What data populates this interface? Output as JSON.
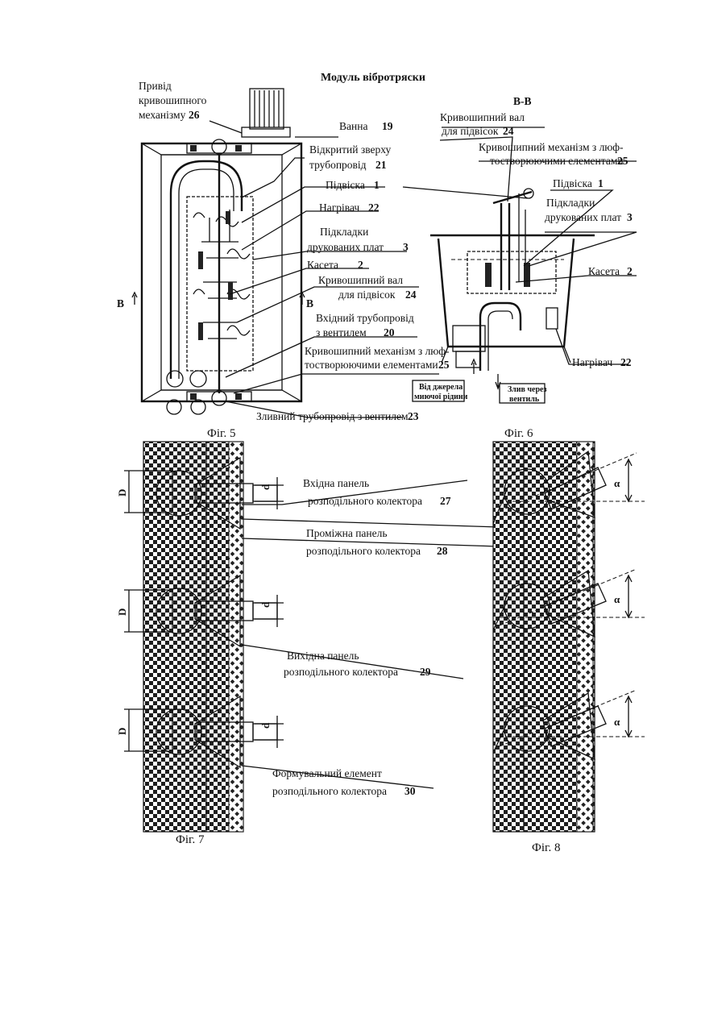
{
  "title": "Модуль вібротряски",
  "fig5": {
    "caption": "Фіг. 5",
    "section_mark": "В",
    "labels": {
      "drive_1": "Привід",
      "drive_2": "кривошипного",
      "drive_3": "механізму",
      "drive_num": "26",
      "bath": "Ванна",
      "bath_num": "19",
      "open_pipe_1": "Відкритий зверху",
      "open_pipe_2": "трубопровід",
      "open_pipe_num": "21",
      "hanger": "Підвіска",
      "hanger_num": "1",
      "heater": "Нагрівач",
      "heater_num": "22",
      "pads_1": "Підкладки",
      "pads_2": "друкованих плат",
      "pads_num": "3",
      "cassette": "Касета",
      "cassette_num": "2",
      "crankshaft_1": "Кривошипний вал",
      "crankshaft_2": "для підвісок",
      "crankshaft_num": "24",
      "inlet_1": "Вхідний трубопровід",
      "inlet_2": "з вентилем",
      "inlet_num": "20",
      "crank_mech_1": "Кривошипний механізм з люф-",
      "crank_mech_2": "тостворюючими елементами",
      "crank_mech_num": "25",
      "drain": "Зливний трубопровід з вентилем",
      "drain_num": "23"
    }
  },
  "fig6": {
    "caption": "Фіг. 6",
    "section": "В-В",
    "labels": {
      "crankshaft_1": "Кривошипний вал",
      "crankshaft_2": "для підвісок",
      "crankshaft_num": "24",
      "crank_mech_1": "Кривошипний механізм з люф-",
      "crank_mech_2": "тостворюючими елементами",
      "crank_mech_num": "25",
      "hanger": "Підвіска",
      "hanger_num": "1",
      "pads_1": "Підкладки",
      "pads_2": "друкованих плат",
      "pads_num": "3",
      "cassette": "Касета",
      "cassette_num": "2",
      "heater": "Нагрівач",
      "heater_num": "22",
      "source_1": "Від джерела",
      "source_2": "миючої рідини",
      "drain_1": "Злив через",
      "drain_2": "вентиль"
    }
  },
  "fig7": {
    "caption": "Фіг. 7",
    "dim_D": "D",
    "dim_d": "d",
    "labels": {
      "input_1": "Вхідна панель",
      "input_2": "розподільного колектора",
      "input_num": "27",
      "inter_1": "Проміжна панель",
      "inter_2": "розподільного колектора",
      "inter_num": "28",
      "output_1": "Вихідна панель",
      "output_2": "розподільного колектора",
      "output_num": "29",
      "form_1": "Формувальний елемент",
      "form_2": "розподільного колектора",
      "form_num": "30"
    }
  },
  "fig8": {
    "caption": "Фіг. 8",
    "dim_alpha": "α"
  }
}
